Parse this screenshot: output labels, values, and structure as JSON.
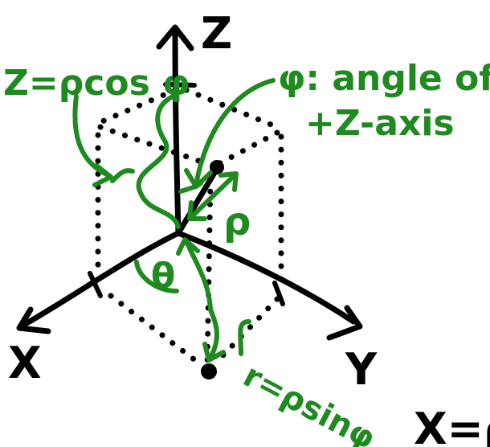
{
  "axes": {
    "z_label": "Z",
    "x_label": "X",
    "y_label": "Y"
  },
  "annotations": {
    "z_formula": "Z=ρcos φ",
    "phi_description_line1": "φ: angle off",
    "phi_description_line2": "+Z-axis",
    "rho_label": "ρ",
    "theta_label": "θ",
    "r_formula": "r=ρsinφ",
    "bottom_right_partial": "X=ρ"
  },
  "colors": {
    "ink": "#000000",
    "annotation_green": "#1f8a1f",
    "background": "#ffffff"
  }
}
